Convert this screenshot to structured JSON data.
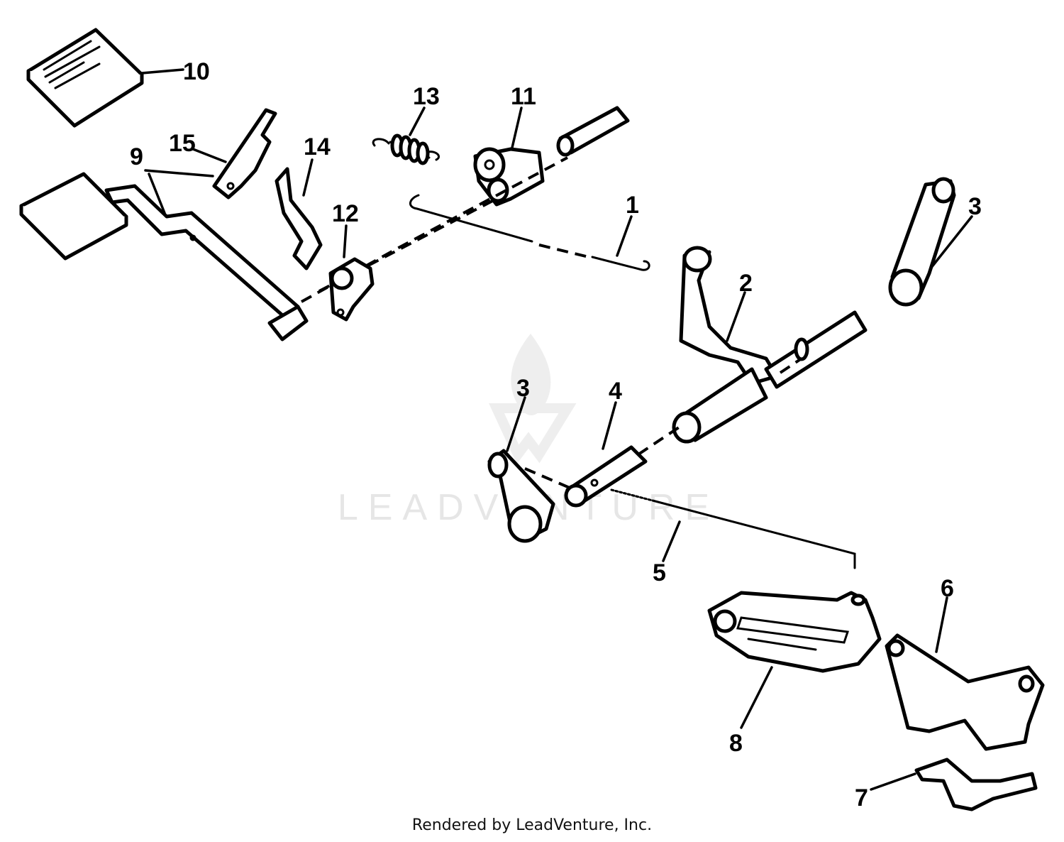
{
  "watermark": {
    "text": "LEADVENTURE",
    "color": "#e6e6e6"
  },
  "callouts": [
    "1",
    "2",
    "3",
    "3",
    "4",
    "5",
    "6",
    "7",
    "8",
    "9",
    "10",
    "11",
    "12",
    "13",
    "14",
    "15"
  ],
  "footer": {
    "credit": "Rendered by LeadVenture, Inc."
  }
}
